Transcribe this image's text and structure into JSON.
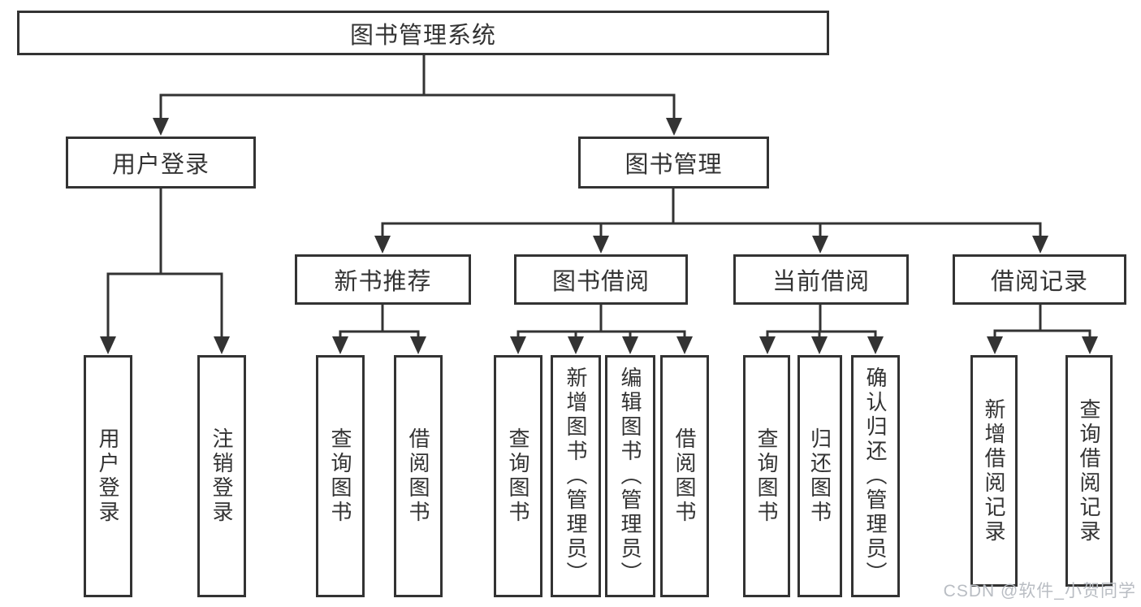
{
  "colors": {
    "background": "#ffffff",
    "box_border": "#333333",
    "connector": "#333333",
    "text": "#333333",
    "watermark": "#b9bdc3"
  },
  "root": {
    "label": "图书管理系统"
  },
  "level2": [
    {
      "label": "用户登录"
    },
    {
      "label": "图书管理"
    }
  ],
  "level3": [
    {
      "label": "新书推荐"
    },
    {
      "label": "图书借阅"
    },
    {
      "label": "当前借阅"
    },
    {
      "label": "借阅记录"
    }
  ],
  "leaves": {
    "user_login": [
      {
        "label": "用户登录"
      },
      {
        "label": "注销登录"
      }
    ],
    "new_book_recommend": [
      {
        "label": "查询图书"
      },
      {
        "label": "借阅图书"
      }
    ],
    "book_borrow": [
      {
        "label": "查询图书"
      },
      {
        "label": "新增图书（管理员）"
      },
      {
        "label": "编辑图书（管理员）"
      },
      {
        "label": "借阅图书"
      }
    ],
    "current_borrow": [
      {
        "label": "查询图书"
      },
      {
        "label": "归还图书"
      },
      {
        "label": "确认归还（管理员）"
      }
    ],
    "borrow_records": [
      {
        "label": "新增借阅记录"
      },
      {
        "label": "查询借阅记录"
      }
    ]
  },
  "watermark": {
    "text": "CSDN @软件_小贺同学"
  }
}
